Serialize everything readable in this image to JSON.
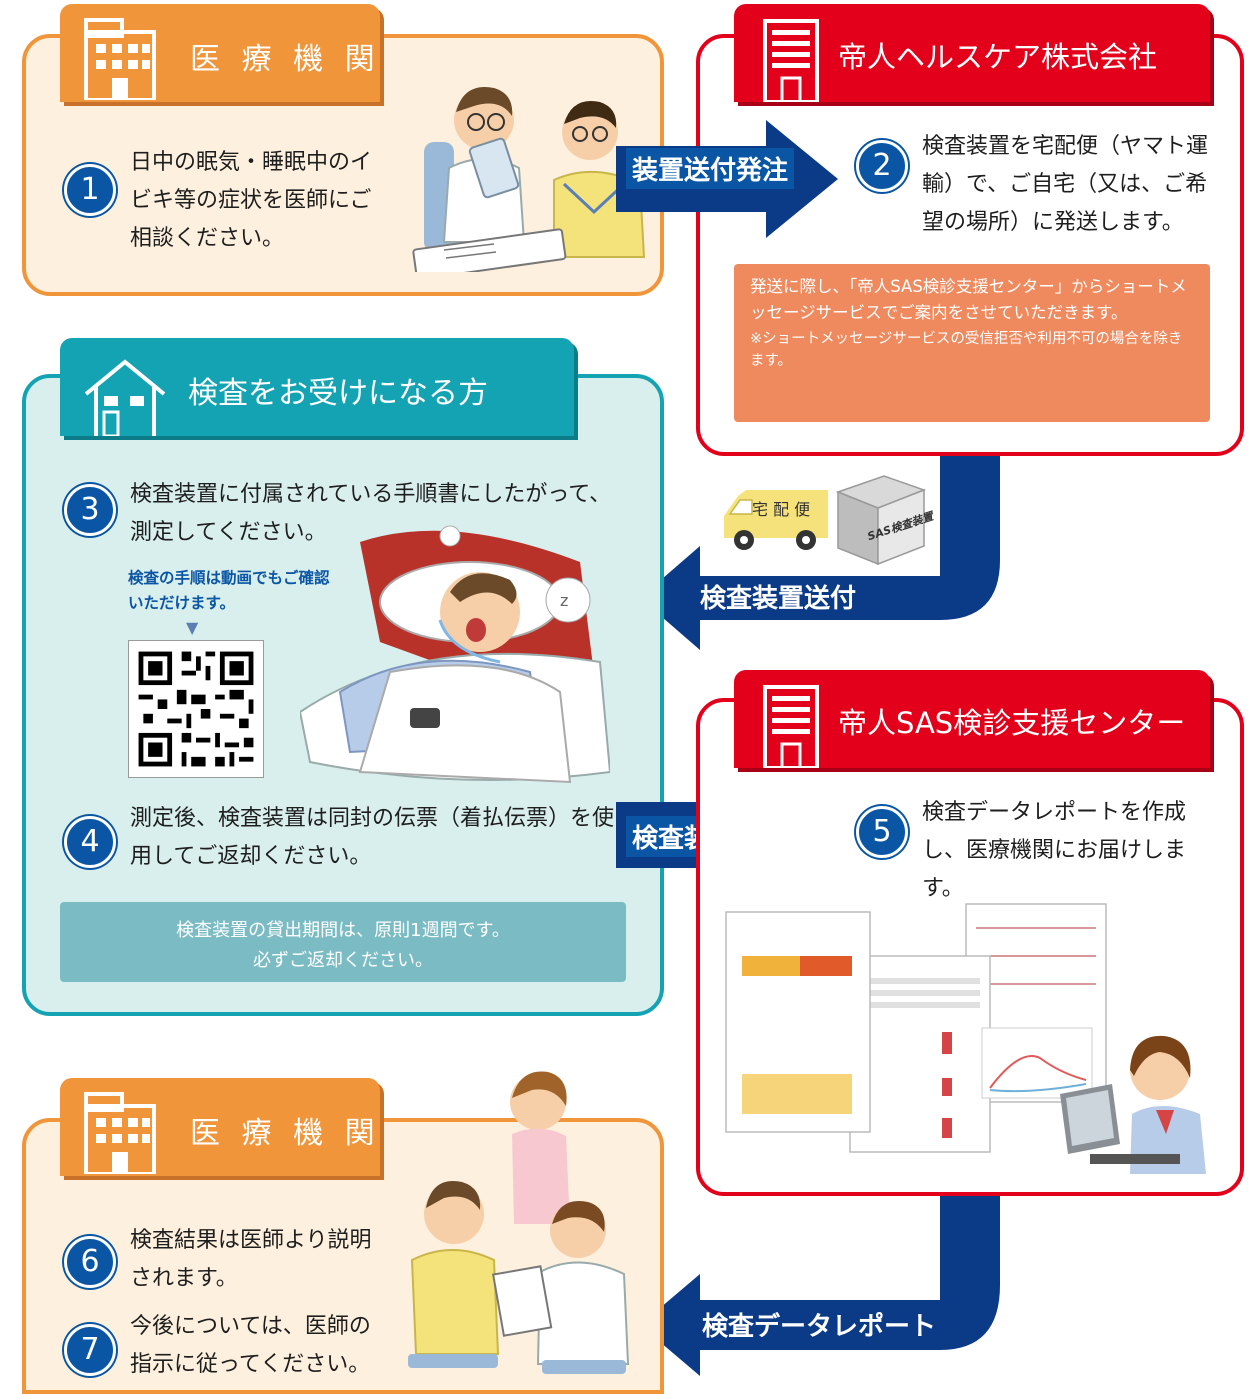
{
  "colors": {
    "clinic_orange": "#f0953a",
    "patient_teal": "#14a3b3",
    "teijin_red": "#e2001a",
    "arrow_navy": "#0b3a87",
    "badge_blue": "#0b56a4"
  },
  "clinic_top": {
    "title": "医 療 機 関",
    "icon": "building-icon",
    "step1": {
      "num": "1",
      "text": "日中の眠気・睡眠中のイビキ等の症状を医師にご相談ください。"
    }
  },
  "teijin_health": {
    "title": "帝人ヘルスケア株式会社",
    "icon": "office-building-icon",
    "step2": {
      "num": "2",
      "text": "検査装置を宅配便（ヤマト運輸）で、ご自宅（又は、ご希望の場所）に発送します。"
    },
    "notice_main": "発送に際し、「帝人SAS検診支援センター」からショートメッセージサービスでご案内をさせていただきます。",
    "notice_note": "※ショートメッセージサービスの受信拒否や利用不可の場合を除きます。"
  },
  "arrows": {
    "order": "装置送付発注",
    "send": "検査装置送付",
    "return": "検査装置返送",
    "report": "検査データレポート"
  },
  "delivery": {
    "truck_label": "宅 配 便",
    "box_label": "SAS検査装置"
  },
  "patient": {
    "title": "検査をお受けになる方",
    "icon": "house-icon",
    "step3": {
      "num": "3",
      "text": "検査装置に付属されている手順書にしたがって、測定してください。"
    },
    "video_note": "検査の手順は動画でもご確認いただけます。",
    "video_arrow": "▼",
    "step4": {
      "num": "4",
      "text": "測定後、検査装置は同封の伝票（着払伝票）を使用してご返却ください。"
    },
    "loan_notice_1": "検査装置の貸出期間は、原則1週間です。",
    "loan_notice_2": "必ずご返却ください。"
  },
  "sas_center": {
    "title": "帝人SAS検診支援センター",
    "icon": "office-building-icon",
    "step5": {
      "num": "5",
      "text": "検査データレポートを作成し、医療機関にお届けします。"
    }
  },
  "clinic_bottom": {
    "title": "医 療 機 関",
    "icon": "building-icon",
    "step6": {
      "num": "6",
      "text": "検査結果は医師より説明されます。"
    },
    "step7": {
      "num": "7",
      "text": "今後については、医師の指示に従ってください。"
    }
  }
}
